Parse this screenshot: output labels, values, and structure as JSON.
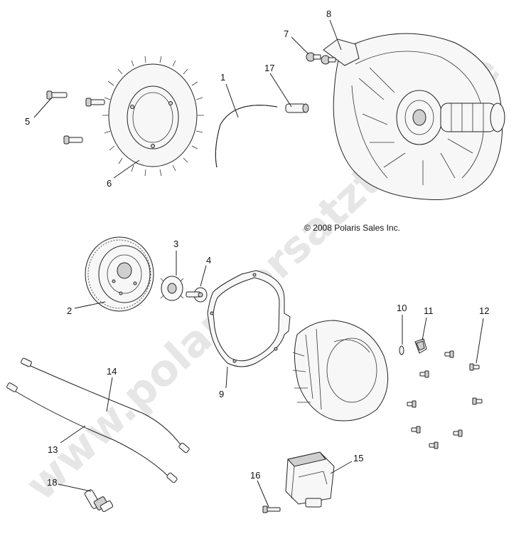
{
  "watermark": "www.polarisersatzteile.de",
  "copyright": "© 2008 Polaris Sales Inc.",
  "callouts": {
    "c1": "1",
    "c2": "2",
    "c3": "3",
    "c4": "4",
    "c5": "5",
    "c6": "6",
    "c7": "7",
    "c8": "8",
    "c9": "9",
    "c10": "10",
    "c11": "11",
    "c12": "12",
    "c13": "13",
    "c14": "14",
    "c15": "15",
    "c16": "16",
    "c17": "17",
    "c18": "18"
  }
}
